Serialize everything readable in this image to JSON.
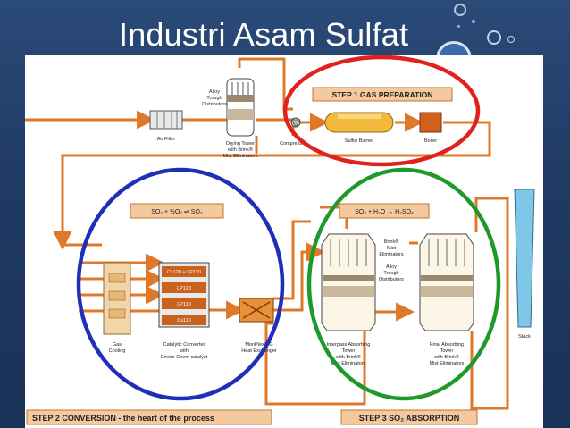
{
  "slide": {
    "title": "Industri Asam Sulfat"
  },
  "colors": {
    "pipe": "#e0782a",
    "step1_circle": "#e0211e",
    "step2_circle": "#1f2fb8",
    "step3_circle": "#1f9a2a",
    "stage_box": "#f4c9a0",
    "stage_box_border": "#c2742a"
  },
  "diagram": {
    "labels": {
      "alloy_trough": [
        "Alloy",
        "Trough",
        "Distributors"
      ],
      "air_filter": "Air Filter",
      "drying_tower": [
        "Drying Tower",
        "with Brink®",
        "Mist Eliminators"
      ],
      "compressor": "Compressor",
      "sulfur_burner": "Sulfur Burner",
      "boiler": "Boiler",
      "reaction_conversion": "SO₂ + ½O₂ ⇌ SO₃",
      "reaction_absorption": "SO₃ + H₂O → H₂SO₄",
      "brink_eliminators": [
        "Brink®",
        "Mist",
        "Eliminators"
      ],
      "alloy_trough_2": [
        "Alloy",
        "Trough",
        "Distributors"
      ],
      "converter_beds": [
        "Cs120 + LP120",
        "LP120",
        "LP110",
        "Cs110"
      ],
      "gas_cooling": [
        "Gas",
        "Cooling"
      ],
      "catalytic_converter": [
        "Catalytic Converter",
        "with",
        "Enviro-Chem catalyst"
      ],
      "heat_exchanger": [
        "MonPlex® G",
        "Heat Exchanger"
      ],
      "interpass_tower": [
        "Interpass Absorbing",
        "Tower",
        "with Brink®",
        "Mist Eliminators"
      ],
      "final_tower": [
        "Final Absorbing",
        "Tower",
        "with Brink®",
        "Mist Eliminators"
      ],
      "stack": "Stack"
    },
    "steps": {
      "step1": "STEP 1 GAS PREPARATION",
      "step2": "STEP 2 CONVERSION - the heart of the process",
      "step3": "STEP 3 SO₂ ABSORPTION"
    }
  }
}
